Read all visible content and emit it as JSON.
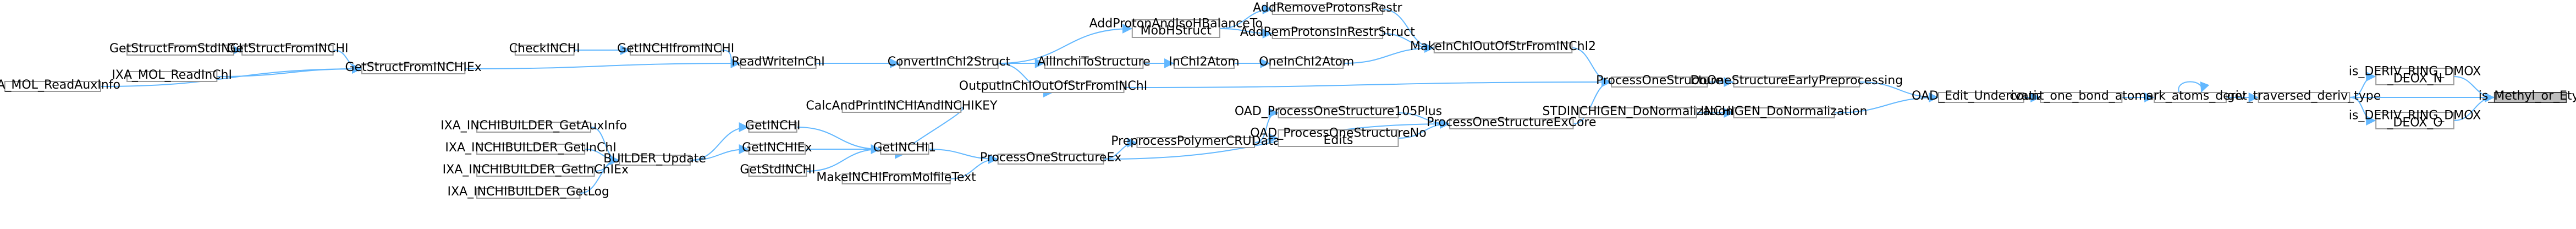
{
  "theme": {
    "edge_color": "#63b8ff",
    "node_border": "#999999",
    "highlight_fill": "#bfbfbf"
  },
  "nodes": {
    "IXA_MOL_ReadAuxInfo": "IXA_MOL_ReadAuxInfo",
    "GetStructFromStdINCHI": "GetStructFromStdINCHI",
    "GetStructFromINCHI": "GetStructFromINCHI",
    "IXA_MOL_ReadInChI": "IXA_MOL_ReadInChI",
    "GetStructFromINCHIEx": "GetStructFromINCHIEx",
    "CheckINCHI": "CheckINCHI",
    "GetINCHIfromINCHI": "GetINCHIfromINCHI",
    "ReadWriteInChI": "ReadWriteInChI",
    "ConvertInChI2Struct": "ConvertInChI2Struct",
    "AddProtonAndIsoHBalanceToMobHStruct": "AddProtonAndIsoHBalanceTo\nMobHStruct",
    "AddRemoveProtonsRestr": "AddRemoveProtonsRestr",
    "AddRemProtonsInRestrStruct": "AddRemProtonsInRestrStruct",
    "MakeInChIOutOfStrFromINChI2": "MakeInChIOutOfStrFromINChI2",
    "AllInchiToStructure": "AllInchiToStructure",
    "InChI2Atom": "InChI2Atom",
    "OneInChI2Atom": "OneInChI2Atom",
    "OutputInChIOutOfStrFromINChI": "OutputInChIOutOfStrFromINChI",
    "ProcessOneStructure": "ProcessOneStructure",
    "DoOneStructureEarlyPreprocessing": "DoOneStructureEarlyPreprocessing",
    "OAD_ProcessOneStructure105Plus": "OAD_ProcessOneStructure105Plus",
    "OAD_ProcessOneStructureNoEdits": "OAD_ProcessOneStructureNo\nEdits",
    "PreprocessPolymerCRUData": "PreprocessPolymerCRUData",
    "ProcessOneStructureExCore": "ProcessOneStructureExCore",
    "STDINCHIGEN_DoNormalization": "STDINCHIGEN_DoNormalization",
    "INCHIGEN_DoNormalization": "INCHIGEN_DoNormalization",
    "OAD_Edit_Underivatize": "OAD_Edit_Underivatize",
    "count_one_bond_atoms": "count_one_bond_atoms",
    "mark_atoms_deriv": "mark_atoms_deriv",
    "get_traversed_deriv_type": "get_traversed_deriv_type",
    "is_DERIV_RING_DMOX_DEOX_N": "is_DERIV_RING_DMOX\n_DEOX_N",
    "is_DERIV_RING_DMOX_DEOX_O": "is_DERIV_RING_DMOX\n_DEOX_O",
    "is_Methyl_or_Etyl": "is_Methyl_or_Etyl",
    "IXA_INCHIBUILDER_GetAuxInfo": "IXA_INCHIBUILDER_GetAuxInfo",
    "IXA_INCHIBUILDER_GetInChI": "IXA_INCHIBUILDER_GetInChI",
    "IXA_INCHIBUILDER_GetInChIEx": "IXA_INCHIBUILDER_GetInChIEx",
    "IXA_INCHIBUILDER_GetLog": "IXA_INCHIBUILDER_GetLog",
    "BUILDER_Update": "BUILDER_Update",
    "GetINCHI": "GetINCHI",
    "GetINCHIEx": "GetINCHIEx",
    "GetStdINCHI": "GetStdINCHI",
    "CalcAndPrintINCHIAndINCHIKEY": "CalcAndPrintINCHIAndINCHIKEY",
    "GetINCHI1": "GetINCHI1",
    "MakeINCHIFromMolfileText": "MakeINCHIFromMolfileText",
    "ProcessOneStructureEx": "ProcessOneStructureEx"
  }
}
